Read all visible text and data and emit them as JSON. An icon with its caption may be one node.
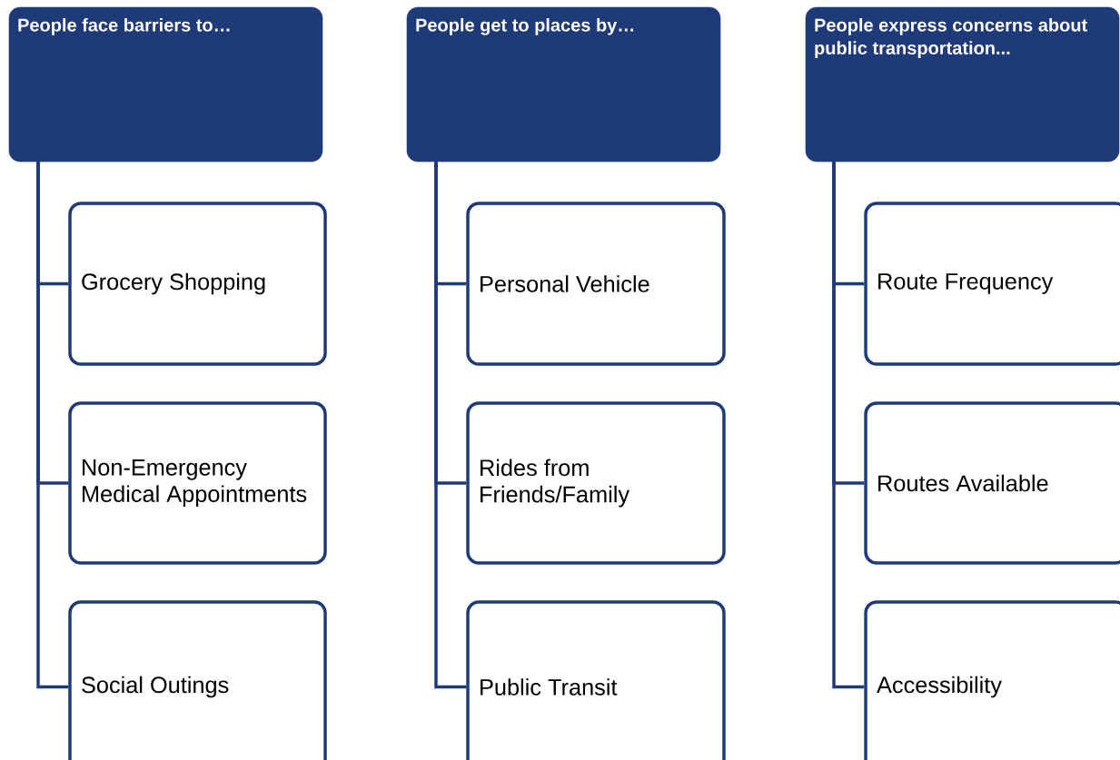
{
  "diagram": {
    "nodes": [
      {
        "text": [
          "People face barriers to…"
        ]
      },
      {
        "text": [
          "Grocery Shopping"
        ]
      },
      {
        "text": [
          "Non-Emergency Medical Appointments"
        ]
      },
      {
        "text": [
          "Social Outings"
        ]
      },
      {
        "text": [
          "People get to places by…"
        ]
      },
      {
        "text": [
          "Personal Vehicle"
        ]
      },
      {
        "text": [
          "Rides from Friends/Family"
        ]
      },
      {
        "text": [
          "Public Transit"
        ]
      },
      {
        "text": [
          "People express concerns about public transportation..."
        ]
      },
      {
        "text": [
          "Route Frequency"
        ]
      },
      {
        "text": [
          "Routes Available"
        ]
      },
      {
        "text": [
          "Accessibility"
        ]
      }
    ],
    "edges": [
      {
        "from": 0,
        "to": 1,
        "arrow": "none"
      },
      {
        "from": 0,
        "to": 2,
        "arrow": "none"
      },
      {
        "from": 0,
        "to": 3,
        "arrow": "none"
      },
      {
        "from": 4,
        "to": 5,
        "arrow": "none"
      },
      {
        "from": 4,
        "to": 6,
        "arrow": "none"
      },
      {
        "from": 4,
        "to": 7,
        "arrow": "none"
      },
      {
        "from": 8,
        "to": 9,
        "arrow": "none"
      },
      {
        "from": 8,
        "to": 10,
        "arrow": "none"
      },
      {
        "from": 8,
        "to": 11,
        "arrow": "none"
      }
    ]
  }
}
